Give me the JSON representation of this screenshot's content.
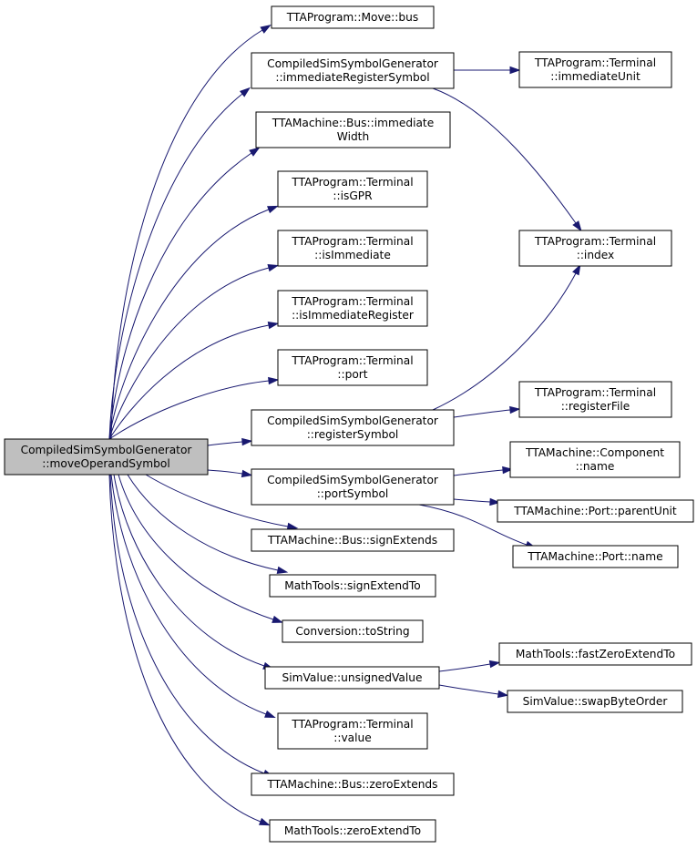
{
  "colors": {
    "edge": "#191970",
    "node_border": "#000000",
    "node_fill": "#ffffff",
    "root_fill": "#bfbfbf"
  },
  "nodes": [
    {
      "id": "root",
      "lines": [
        "CompiledSimSymbolGenerator",
        "::moveOperandSymbol"
      ]
    },
    {
      "id": "move_bus",
      "lines": [
        "TTAProgram::Move::bus"
      ]
    },
    {
      "id": "imm_reg_symbol",
      "lines": [
        "CompiledSimSymbolGenerator",
        "::immediateRegisterSymbol"
      ]
    },
    {
      "id": "bus_imm_width",
      "lines": [
        "TTAMachine::Bus::immediate",
        "Width"
      ]
    },
    {
      "id": "term_is_gpr",
      "lines": [
        "TTAProgram::Terminal",
        "::isGPR"
      ]
    },
    {
      "id": "term_is_imm",
      "lines": [
        "TTAProgram::Terminal",
        "::isImmediate"
      ]
    },
    {
      "id": "term_is_imm_reg",
      "lines": [
        "TTAProgram::Terminal",
        "::isImmediateRegister"
      ]
    },
    {
      "id": "term_port",
      "lines": [
        "TTAProgram::Terminal",
        "::port"
      ]
    },
    {
      "id": "reg_symbol",
      "lines": [
        "CompiledSimSymbolGenerator",
        "::registerSymbol"
      ]
    },
    {
      "id": "port_symbol",
      "lines": [
        "CompiledSimSymbolGenerator",
        "::portSymbol"
      ]
    },
    {
      "id": "bus_sign_ext",
      "lines": [
        "TTAMachine::Bus::signExtends"
      ]
    },
    {
      "id": "math_sign_ext_to",
      "lines": [
        "MathTools::signExtendTo"
      ]
    },
    {
      "id": "conv_to_string",
      "lines": [
        "Conversion::toString"
      ]
    },
    {
      "id": "simval_unsigned",
      "lines": [
        "SimValue::unsignedValue"
      ]
    },
    {
      "id": "term_value",
      "lines": [
        "TTAProgram::Terminal",
        "::value"
      ]
    },
    {
      "id": "bus_zero_ext",
      "lines": [
        "TTAMachine::Bus::zeroExtends"
      ]
    },
    {
      "id": "math_zero_ext_to",
      "lines": [
        "MathTools::zeroExtendTo"
      ]
    },
    {
      "id": "term_imm_unit",
      "lines": [
        "TTAProgram::Terminal",
        "::immediateUnit"
      ]
    },
    {
      "id": "term_index",
      "lines": [
        "TTAProgram::Terminal",
        "::index"
      ]
    },
    {
      "id": "term_reg_file",
      "lines": [
        "TTAProgram::Terminal",
        "::registerFile"
      ]
    },
    {
      "id": "comp_name",
      "lines": [
        "TTAMachine::Component",
        "::name"
      ]
    },
    {
      "id": "port_parent_unit",
      "lines": [
        "TTAMachine::Port::parentUnit"
      ]
    },
    {
      "id": "port_name",
      "lines": [
        "TTAMachine::Port::name"
      ]
    },
    {
      "id": "math_fast_zero_ext",
      "lines": [
        "MathTools::fastZeroExtendTo"
      ]
    },
    {
      "id": "simval_swap",
      "lines": [
        "SimValue::swapByteOrder"
      ]
    }
  ],
  "edges": [
    [
      "root",
      "move_bus"
    ],
    [
      "root",
      "imm_reg_symbol"
    ],
    [
      "root",
      "bus_imm_width"
    ],
    [
      "root",
      "term_is_gpr"
    ],
    [
      "root",
      "term_is_imm"
    ],
    [
      "root",
      "term_is_imm_reg"
    ],
    [
      "root",
      "term_port"
    ],
    [
      "root",
      "reg_symbol"
    ],
    [
      "root",
      "port_symbol"
    ],
    [
      "root",
      "bus_sign_ext"
    ],
    [
      "root",
      "math_sign_ext_to"
    ],
    [
      "root",
      "conv_to_string"
    ],
    [
      "root",
      "simval_unsigned"
    ],
    [
      "root",
      "term_value"
    ],
    [
      "root",
      "bus_zero_ext"
    ],
    [
      "root",
      "math_zero_ext_to"
    ],
    [
      "imm_reg_symbol",
      "term_imm_unit"
    ],
    [
      "imm_reg_symbol",
      "term_index"
    ],
    [
      "reg_symbol",
      "term_index"
    ],
    [
      "reg_symbol",
      "term_reg_file"
    ],
    [
      "port_symbol",
      "comp_name"
    ],
    [
      "port_symbol",
      "port_parent_unit"
    ],
    [
      "port_symbol",
      "port_name"
    ],
    [
      "simval_unsigned",
      "math_fast_zero_ext"
    ],
    [
      "simval_unsigned",
      "simval_swap"
    ]
  ]
}
